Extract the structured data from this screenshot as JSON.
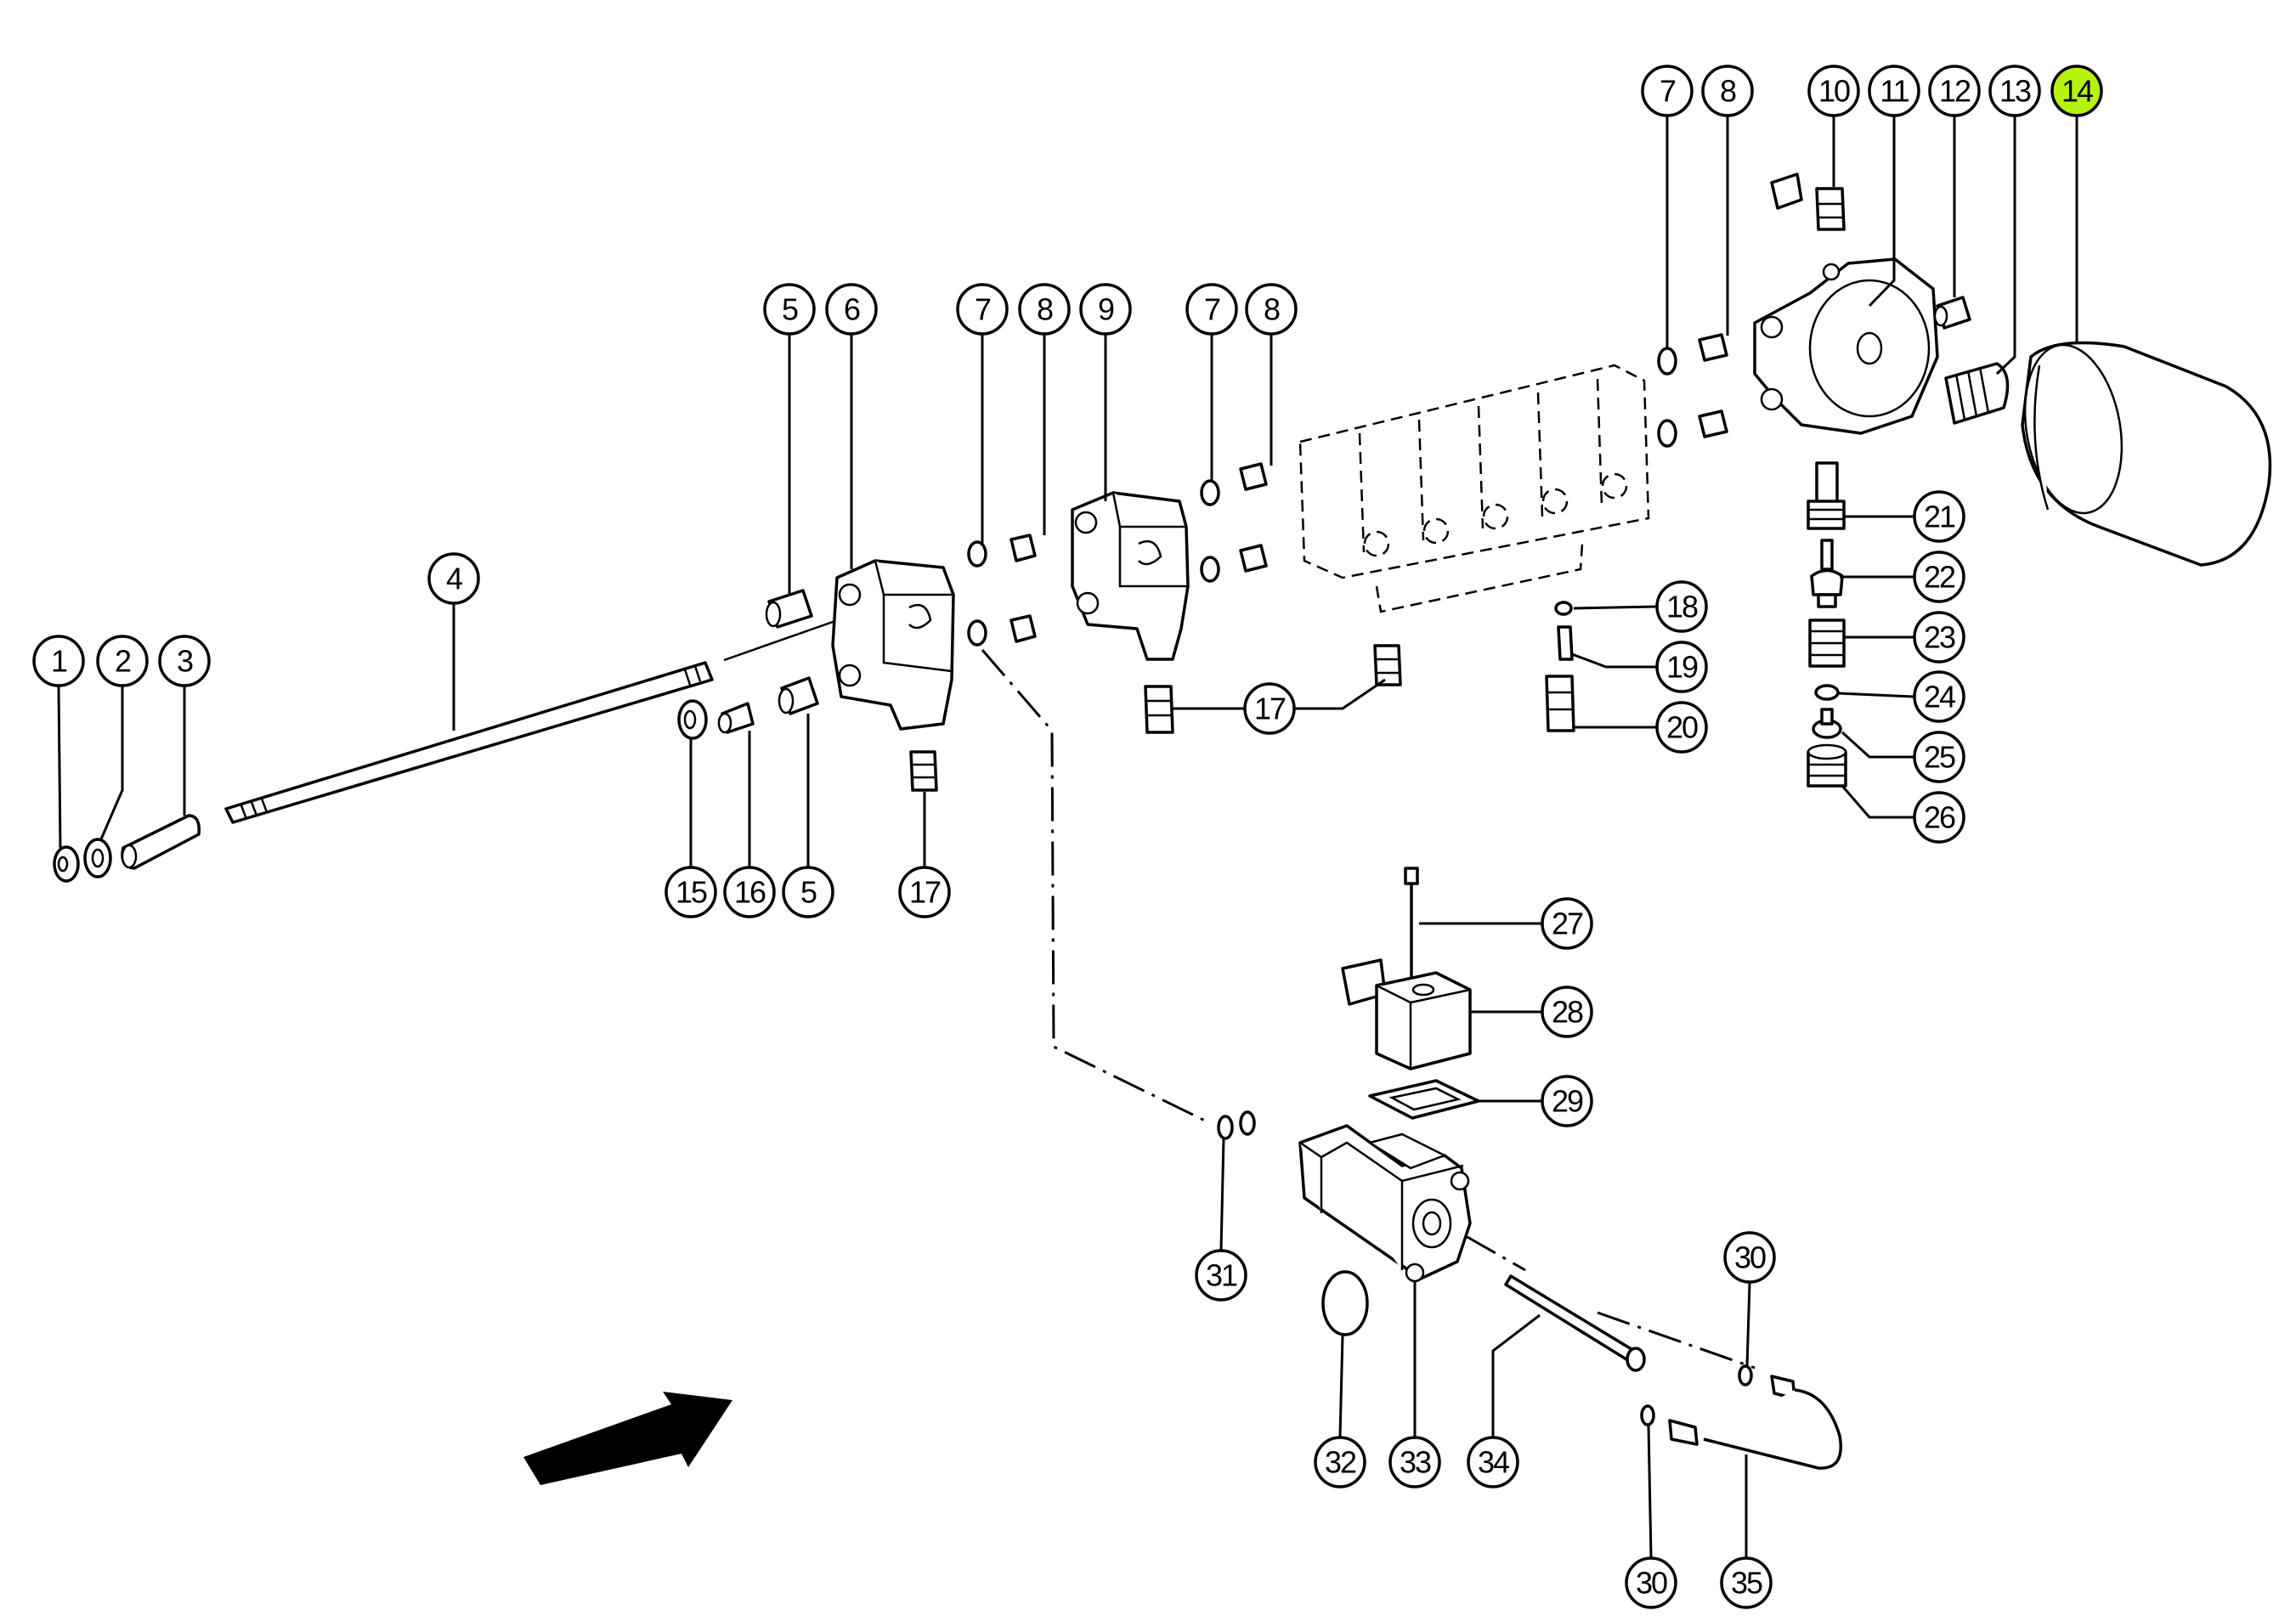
{
  "diagram": {
    "type": "exploded-parts-diagram",
    "highlight_color": "#b5f20e",
    "highlighted_callout": "14",
    "callouts": [
      {
        "id": "c1",
        "label": "1"
      },
      {
        "id": "c2",
        "label": "2"
      },
      {
        "id": "c3",
        "label": "3"
      },
      {
        "id": "c4",
        "label": "4"
      },
      {
        "id": "c5a",
        "label": "5"
      },
      {
        "id": "c6",
        "label": "6"
      },
      {
        "id": "c7a",
        "label": "7"
      },
      {
        "id": "c8a",
        "label": "8"
      },
      {
        "id": "c9",
        "label": "9"
      },
      {
        "id": "c7b",
        "label": "7"
      },
      {
        "id": "c8b",
        "label": "8"
      },
      {
        "id": "c7c",
        "label": "7"
      },
      {
        "id": "c8c",
        "label": "8"
      },
      {
        "id": "c10",
        "label": "10"
      },
      {
        "id": "c11",
        "label": "11"
      },
      {
        "id": "c12",
        "label": "12"
      },
      {
        "id": "c13",
        "label": "13"
      },
      {
        "id": "c14",
        "label": "14"
      },
      {
        "id": "c15",
        "label": "15"
      },
      {
        "id": "c16",
        "label": "16"
      },
      {
        "id": "c5b",
        "label": "5"
      },
      {
        "id": "c17a",
        "label": "17"
      },
      {
        "id": "c17b",
        "label": "17"
      },
      {
        "id": "c18",
        "label": "18"
      },
      {
        "id": "c19",
        "label": "19"
      },
      {
        "id": "c20",
        "label": "20"
      },
      {
        "id": "c21",
        "label": "21"
      },
      {
        "id": "c22",
        "label": "22"
      },
      {
        "id": "c23",
        "label": "23"
      },
      {
        "id": "c24",
        "label": "24"
      },
      {
        "id": "c25",
        "label": "25"
      },
      {
        "id": "c26",
        "label": "26"
      },
      {
        "id": "c27",
        "label": "27"
      },
      {
        "id": "c28",
        "label": "28"
      },
      {
        "id": "c29",
        "label": "29"
      },
      {
        "id": "c30a",
        "label": "30"
      },
      {
        "id": "c31",
        "label": "31"
      },
      {
        "id": "c32",
        "label": "32"
      },
      {
        "id": "c33",
        "label": "33"
      },
      {
        "id": "c34",
        "label": "34"
      },
      {
        "id": "c30b",
        "label": "30"
      },
      {
        "id": "c35",
        "label": "35"
      }
    ]
  }
}
